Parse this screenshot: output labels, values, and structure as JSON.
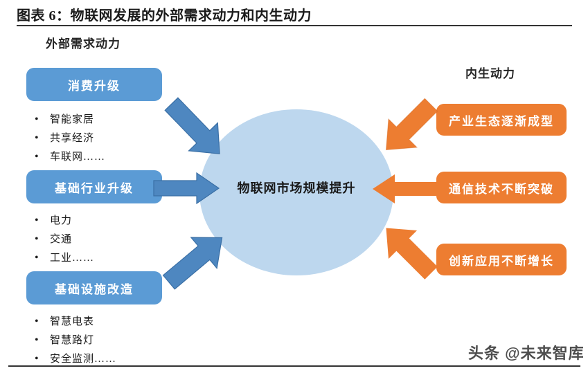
{
  "figure": {
    "title": "图表 6：物联网发展的外部需求动力和内生动力",
    "watermark": "头条 @未来智库"
  },
  "colors": {
    "blue_box": "#5B9BD5",
    "orange_box": "#ED7D31",
    "ellipse_fill": "#BDD7EE",
    "blue_arrow": "#4E87C0",
    "orange_arrow": "#ED7D31",
    "rule": "#333333",
    "text": "#1a1a1a"
  },
  "left": {
    "heading": "外部需求动力",
    "groups": [
      {
        "box_label": "消费升级",
        "bullets": [
          "智能家居",
          "共享经济",
          "车联网……"
        ]
      },
      {
        "box_label": "基础行业升级",
        "bullets": [
          "电力",
          "交通",
          "工业……"
        ]
      },
      {
        "box_label": "基础设施改造",
        "bullets": [
          "智慧电表",
          "智慧路灯",
          "安全监测……"
        ]
      }
    ]
  },
  "center": {
    "label": "物联网市场规模提升"
  },
  "right": {
    "heading": "内生动力",
    "groups": [
      {
        "box_label": "产业生态逐渐成型"
      },
      {
        "box_label": "通信技术不断突破"
      },
      {
        "box_label": "创新应用不断增长"
      }
    ]
  },
  "arrows": [
    {
      "name": "arrow-consumption-to-center",
      "direction": "down-right",
      "color": "#4E87C0"
    },
    {
      "name": "arrow-industry-to-center",
      "direction": "right",
      "color": "#4E87C0"
    },
    {
      "name": "arrow-infrastructure-to-center",
      "direction": "up-right",
      "color": "#4E87C0"
    },
    {
      "name": "arrow-ecosystem-to-center",
      "direction": "down-left",
      "color": "#ED7D31"
    },
    {
      "name": "arrow-comms-to-center",
      "direction": "left",
      "color": "#ED7D31"
    },
    {
      "name": "arrow-innovation-to-center",
      "direction": "up-left",
      "color": "#ED7D31"
    }
  ]
}
